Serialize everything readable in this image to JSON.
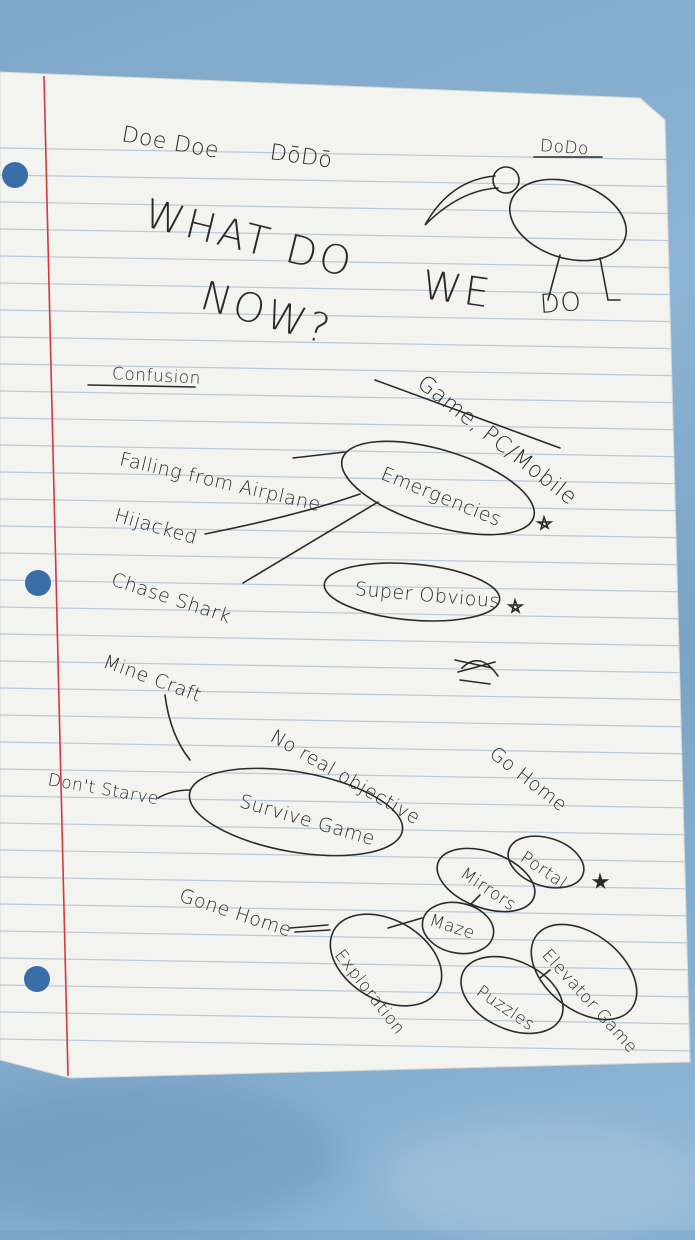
{
  "photo": {
    "subject": "notebook-page-with-handwritten-brainstorm",
    "background": "blue-bedsheet"
  },
  "colors": {
    "sheet": "#f3f3ef",
    "rule_line": "#b9c8d8",
    "margin_line": "#d7383b",
    "ink": "#2b2b2b",
    "hole": "#3a6ea8",
    "background": "#86aed0"
  },
  "notes": {
    "doe_doe": "Doe Doe",
    "do_do": "DōDō",
    "dodo_label": "DoDo",
    "what_do": "WHAT DO",
    "now": "NOW?",
    "we": "WE",
    "do_drawn": "DO",
    "confusion": "Confusion",
    "game_pc_mobile": "Game, PC/Mobile",
    "falling": "Falling from Airplane",
    "emergencies": "Emergencies",
    "hijacked": "Hijacked",
    "chase_shark": "Chase Shark",
    "super_obvious": "Super Obvious",
    "mine_craft": "Mine Craft",
    "no_real_objective": "No real objective",
    "go_home": "Go Home",
    "dont_starve": "Don't Starve",
    "survive_game": "Survive Game",
    "portal": "Portal",
    "mirrors": "Mirrors",
    "gone_home": "Gone Home",
    "maze": "Maze",
    "exploration": "Exploration",
    "elevator_game": "Elevator Game",
    "puzzles": "Puzzles"
  }
}
